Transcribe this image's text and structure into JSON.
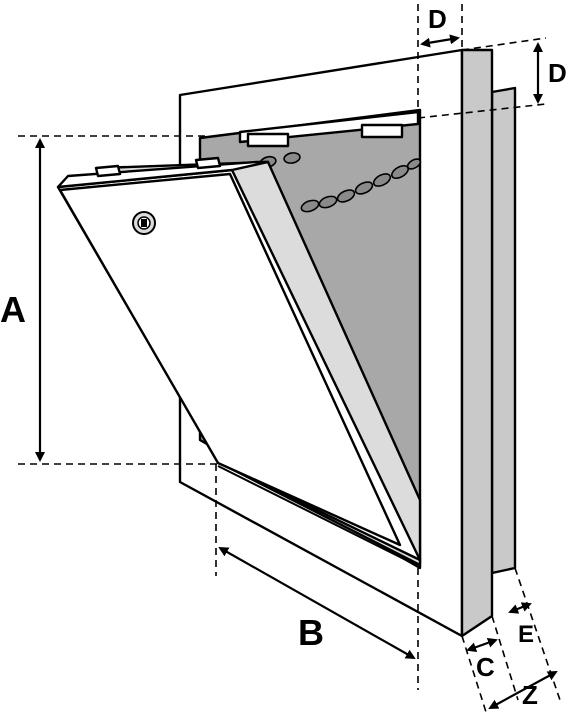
{
  "labels": {
    "a": "A",
    "b": "B",
    "c": "C",
    "d_top": "D",
    "d_right": "D",
    "e": "E",
    "z": "Z"
  },
  "colors": {
    "frame": "#ffffff",
    "side_strip": "#c9c9c9",
    "cavity": "#a8a8a8",
    "door": "#ffffff",
    "door_edge": "#dcdcdc",
    "chain": "#8a8a8a",
    "line": "#000000"
  }
}
